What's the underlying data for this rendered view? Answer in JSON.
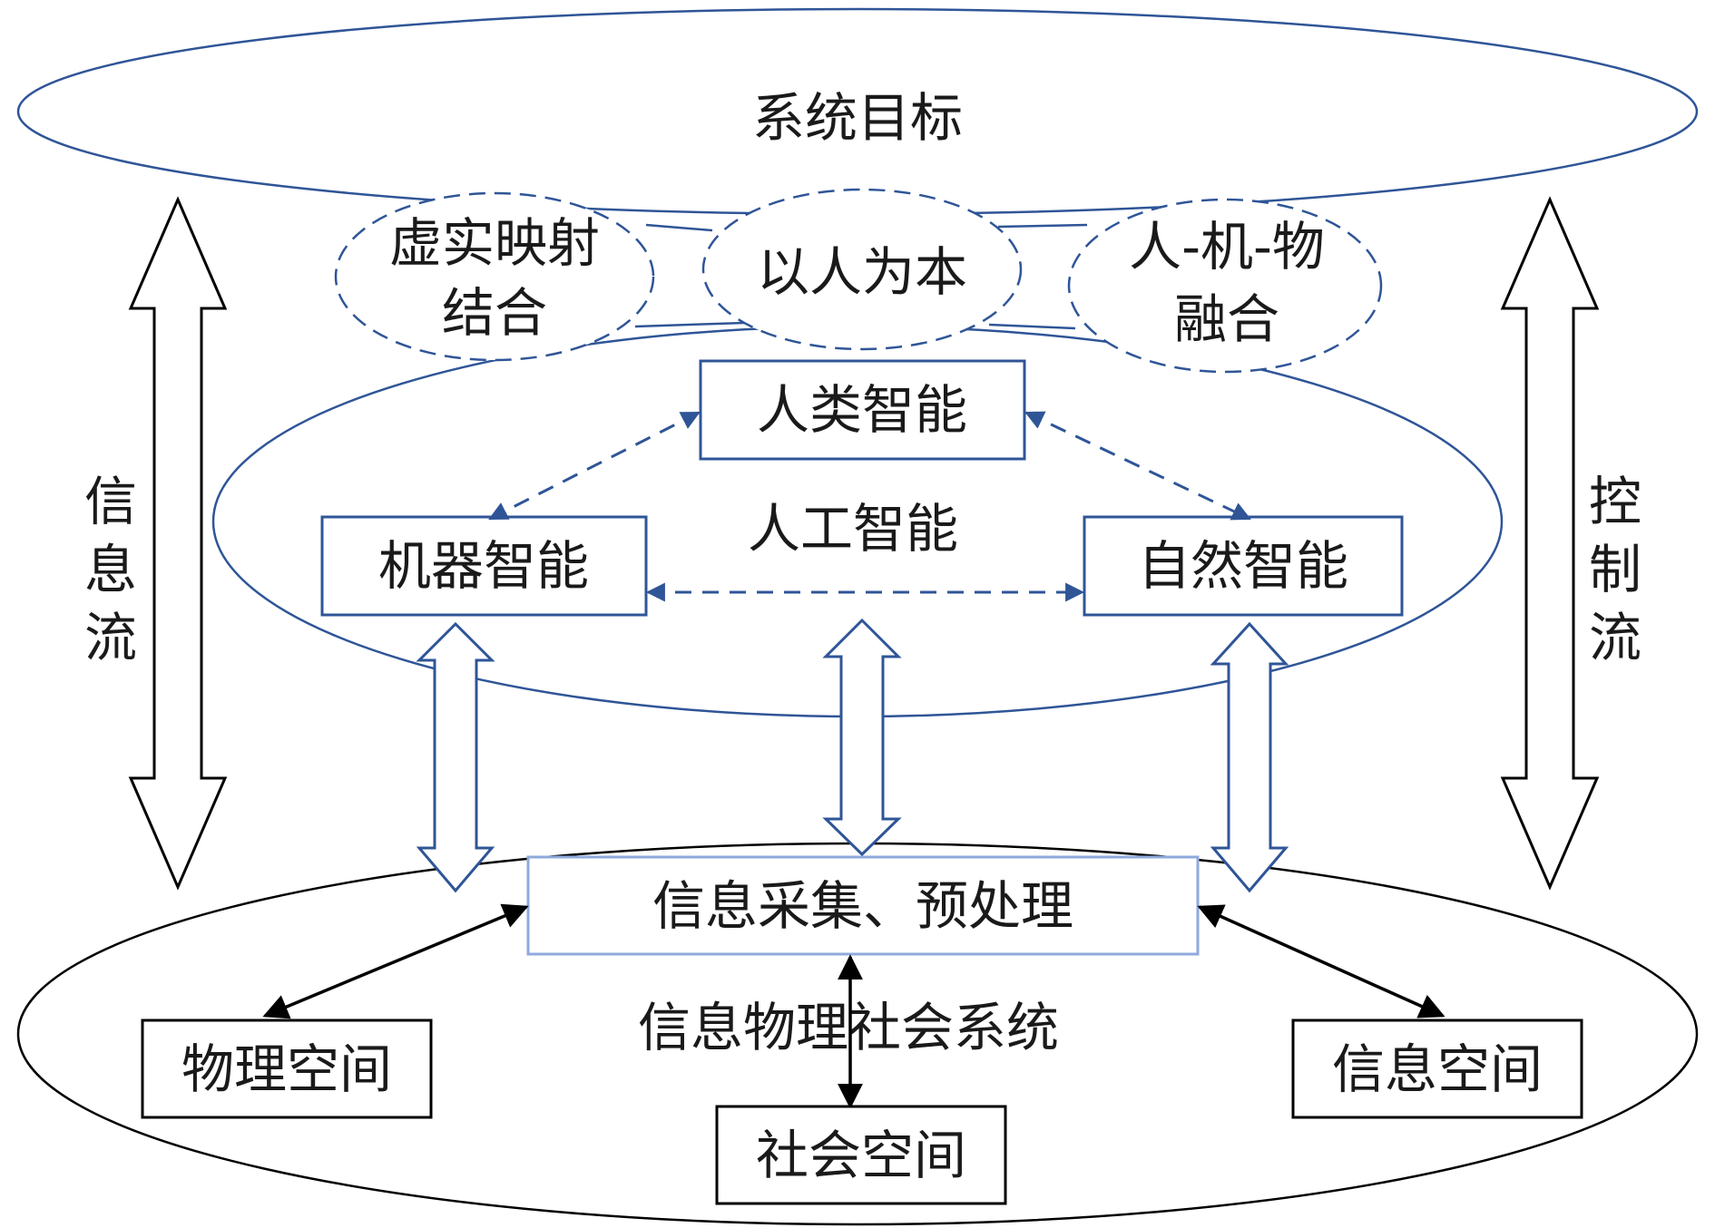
{
  "colors": {
    "blue": "#2f5597",
    "light_blue": "#8faadc",
    "black": "#000000"
  },
  "goal_label": "系统目标",
  "principles": {
    "virtual_real": [
      "虚实映射",
      "结合"
    ],
    "human_centric": "以人为本",
    "human_machine_thing": [
      "人-机-物",
      "融合"
    ]
  },
  "intelligence": {
    "ai_label": "人工智能",
    "human": "人类智能",
    "machine": "机器智能",
    "natural": "自然智能"
  },
  "cpss": {
    "system_label": "信息物理社会系统",
    "collection": "信息采集、预处理",
    "physical_space": "物理空间",
    "cyber_space": "信息空间",
    "social_space": "社会空间"
  },
  "flows": {
    "info_flow": [
      "信",
      "息",
      "流"
    ],
    "control_flow": [
      "控",
      "制",
      "流"
    ]
  }
}
